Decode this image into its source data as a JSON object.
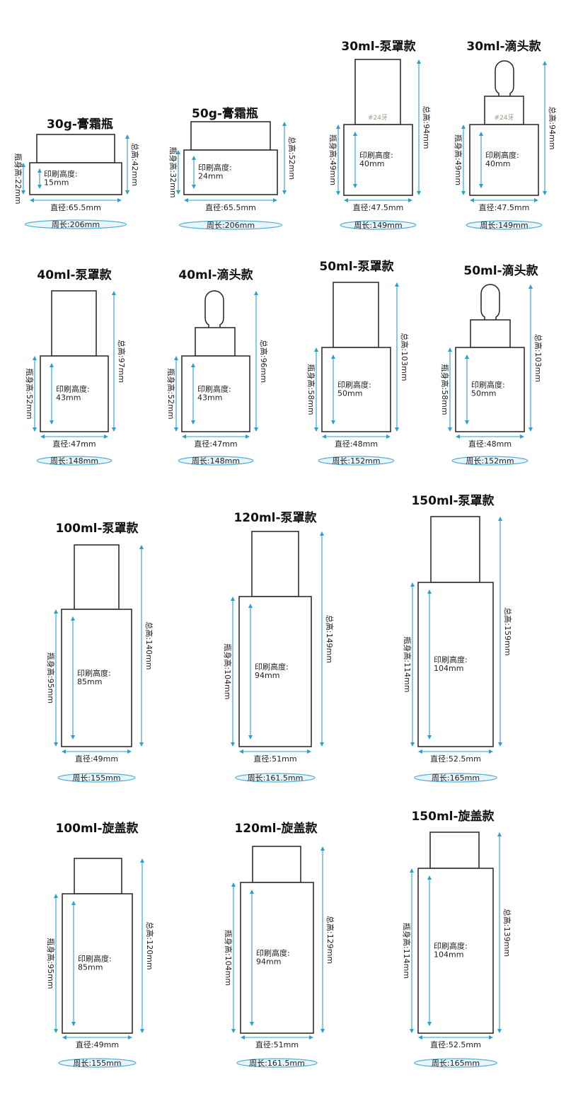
{
  "colors": {
    "outline": "#222222",
    "arrow": "#2a9fd0",
    "ellipse_stroke": "#4fb0d8",
    "thread_text": "#8aa27a"
  },
  "print_label": "印刷高度:",
  "items": [
    {
      "title": "30g-膏霜瓶",
      "type": "jar",
      "body_height": "瓶身高:22mm",
      "total_height": "总高:42mm",
      "print_height": "15mm",
      "diameter": "直径:65.5mm",
      "circumference": "周长:206mm"
    },
    {
      "title": "50g-膏霜瓶",
      "type": "jar",
      "body_height": "瓶身高:32mm",
      "total_height": "总高:52mm",
      "print_height": "24mm",
      "diameter": "直径:65.5mm",
      "circumference": "周长:206mm"
    },
    {
      "title": "30ml-泵罩款",
      "type": "pump",
      "body_height": "瓶身高:49mm",
      "total_height": "总高:94mm",
      "print_height": "40mm",
      "diameter": "直径:47.5mm",
      "circumference": "周长:149mm",
      "thread": "#24牙"
    },
    {
      "title": "30ml-滴头款",
      "type": "dropper",
      "body_height": "瓶身高:49mm",
      "total_height": "总高:94mm",
      "print_height": "40mm",
      "diameter": "直径:47.5mm",
      "circumference": "周长:149mm",
      "thread": "#24牙"
    },
    {
      "title": "40ml-泵罩款",
      "type": "pump",
      "body_height": "瓶身高:52mm",
      "total_height": "总高:97mm",
      "print_height": "43mm",
      "diameter": "直径:47mm",
      "circumference": "周长:148mm"
    },
    {
      "title": "40ml-滴头款",
      "type": "dropper",
      "body_height": "瓶身高:52mm",
      "total_height": "总高:96mm",
      "print_height": "43mm",
      "diameter": "直径:47mm",
      "circumference": "周长:148mm"
    },
    {
      "title": "50ml-泵罩款",
      "type": "pump",
      "body_height": "瓶身高:58mm",
      "total_height": "总高:103mm",
      "print_height": "50mm",
      "diameter": "直径:48mm",
      "circumference": "周长:152mm"
    },
    {
      "title": "50ml-滴头款",
      "type": "dropper",
      "body_height": "瓶身高:58mm",
      "total_height": "总高:103mm",
      "print_height": "50mm",
      "diameter": "直径:48mm",
      "circumference": "周长:152mm"
    },
    {
      "title": "100ml-泵罩款",
      "type": "pump",
      "body_height": "瓶身高:95mm",
      "total_height": "总高:140mm",
      "print_height": "85mm",
      "diameter": "直径:49mm",
      "circumference": "周长:155mm"
    },
    {
      "title": "120ml-泵罩款",
      "type": "pump",
      "body_height": "瓶身高:104mm",
      "total_height": "总高:149mm",
      "print_height": "94mm",
      "diameter": "直径:51mm",
      "circumference": "周长:161.5mm"
    },
    {
      "title": "150ml-泵罩款",
      "type": "pump",
      "body_height": "瓶身高:114mm",
      "total_height": "总高:159mm",
      "print_height": "104mm",
      "diameter": "直径:52.5mm",
      "circumference": "周长:165mm"
    },
    {
      "title": "100ml-旋盖款",
      "type": "screw",
      "body_height": "瓶身高:95mm",
      "total_height": "总高:120mm",
      "print_height": "85mm",
      "diameter": "直径:49mm",
      "circumference": "周长:155mm"
    },
    {
      "title": "120ml-旋盖款",
      "type": "screw",
      "body_height": "瓶身高:104mm",
      "total_height": "总高:129mm",
      "print_height": "94mm",
      "diameter": "直径:51mm",
      "circumference": "周长:161.5mm"
    },
    {
      "title": "150ml-旋盖款",
      "type": "screw",
      "body_height": "瓶身高:114mm",
      "total_height": "总高:139mm",
      "print_height": "104mm",
      "diameter": "直径:52.5mm",
      "circumference": "周长:165mm"
    }
  ]
}
